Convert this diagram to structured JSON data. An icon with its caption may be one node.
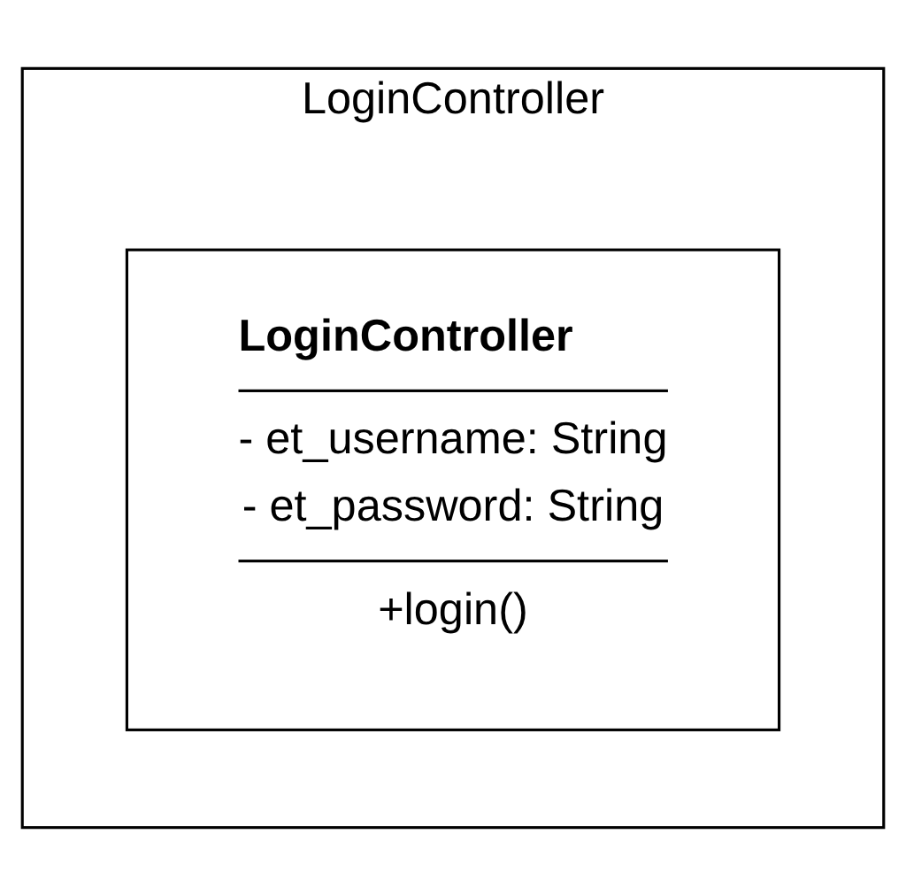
{
  "diagram": {
    "nodes": [
      {
        "text": [
          "LoginController"
        ]
      },
      {
        "text": [
          "LoginController",
          "- et_username: String",
          "- et_password: String",
          "+login()"
        ],
        "in": 0
      }
    ]
  }
}
